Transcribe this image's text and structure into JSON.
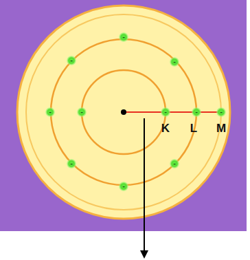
{
  "diagram": {
    "labels": [
      "-",
      "-",
      "-",
      "-",
      "-",
      "-",
      "-",
      "-",
      "-",
      "-",
      "-",
      "K",
      "L",
      "M"
    ]
  }
}
